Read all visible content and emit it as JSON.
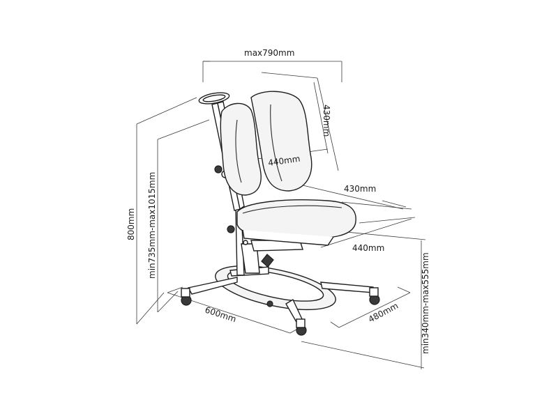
{
  "dimensions": {
    "max_width": "max790mm",
    "backrest_height": "430mm",
    "backrest_width": "440mm",
    "seat_depth": "430mm",
    "seat_width": "440mm",
    "total_height": "800mm",
    "adjustable_height": "min735mm-max1015mm",
    "seat_height": "min340mm-max555mm",
    "base_length": "600mm",
    "base_width": "480mm"
  }
}
